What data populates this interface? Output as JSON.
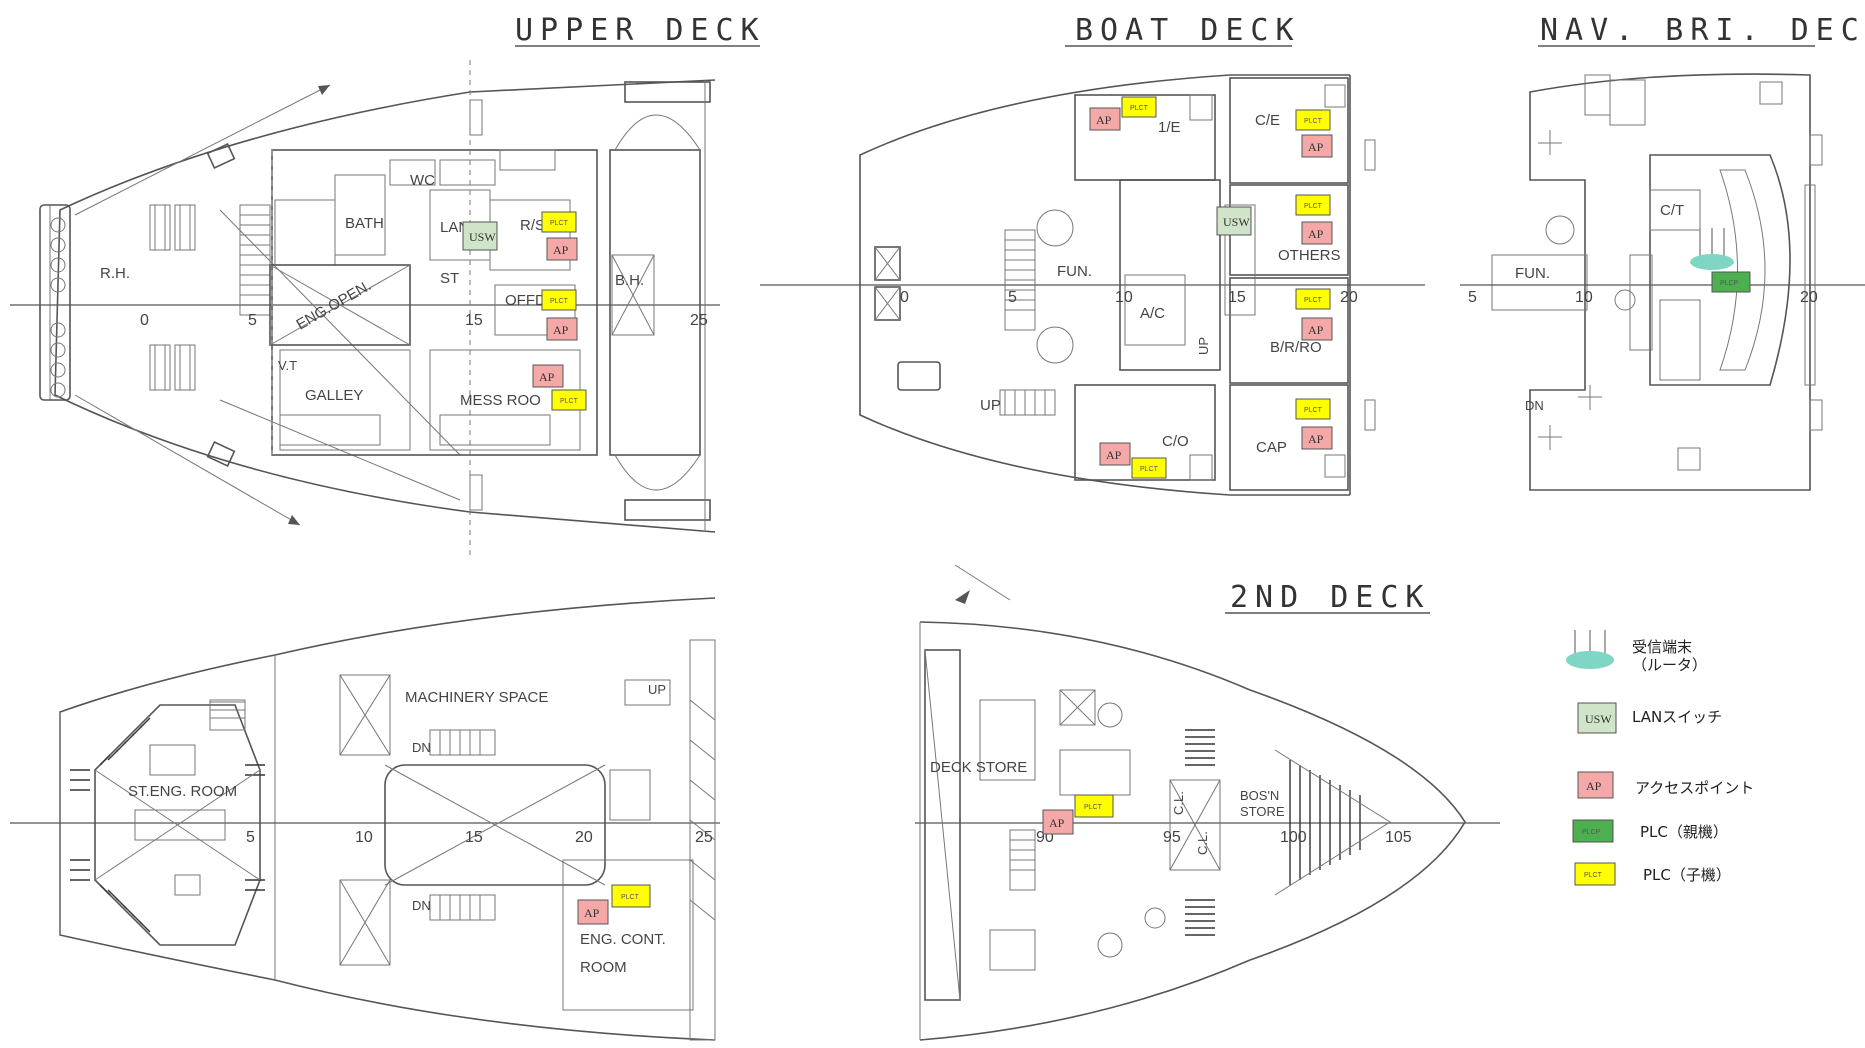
{
  "titles": {
    "upper": "UPPER DECK",
    "boat": "BOAT DECK",
    "nav": "NAV. BRI. DECK",
    "second": "2ND DECK"
  },
  "upper_deck": {
    "rooms": [
      "R.H.",
      "BATH",
      "WC",
      "LAN",
      "ST",
      "R/S",
      "OFFD",
      "ENG.OPEN.",
      "B.H.",
      "GALLEY",
      "MESS ROO",
      "V.T"
    ],
    "frames": [
      "0",
      "5",
      "15",
      "25"
    ]
  },
  "boat_deck": {
    "rooms": [
      "1/E",
      "C/E",
      "FUN.",
      "A/C",
      "OTHERS",
      "B/R/RO",
      "C/O",
      "CAP",
      "UP",
      "UP"
    ],
    "frames": [
      "0",
      "5",
      "10",
      "15",
      "20"
    ]
  },
  "nav_deck": {
    "rooms": [
      "C/T",
      "FUN.",
      "DN"
    ],
    "frames": [
      "5",
      "10",
      "20"
    ]
  },
  "machinery": {
    "rooms": [
      "MACHINERY SPACE",
      "ST.ENG. ROOM",
      "ENG. CONT.",
      "ROOM",
      "UP",
      "DN",
      "DN"
    ],
    "frames": [
      "5",
      "10",
      "15",
      "20",
      "25"
    ]
  },
  "second_deck": {
    "rooms": [
      "DECK STORE",
      "BOS'N",
      "STORE",
      "C.L.",
      "C.L."
    ],
    "frames": [
      "90",
      "95",
      "100",
      "105"
    ]
  },
  "devices": {
    "ap": "AP",
    "usw": "USW",
    "plct": "PLCT",
    "plcp": "PLCP"
  },
  "legend": [
    {
      "icon": "router-icon",
      "label": "受信端末",
      "sub": "（ルータ）"
    },
    {
      "icon": "lan-switch-icon",
      "label": "LANスイッチ"
    },
    {
      "icon": "access-point-icon",
      "label": "アクセスポイント"
    },
    {
      "icon": "plc-parent-icon",
      "label": "PLC（親機）"
    },
    {
      "icon": "plc-child-icon",
      "label": "PLC（子機）"
    }
  ],
  "colors": {
    "ap": "#f4a9a8",
    "plc_child": "#ffff00",
    "plc_parent": "#4caf50",
    "usw": "#cfe4c8",
    "router": "#7fd6c4"
  }
}
